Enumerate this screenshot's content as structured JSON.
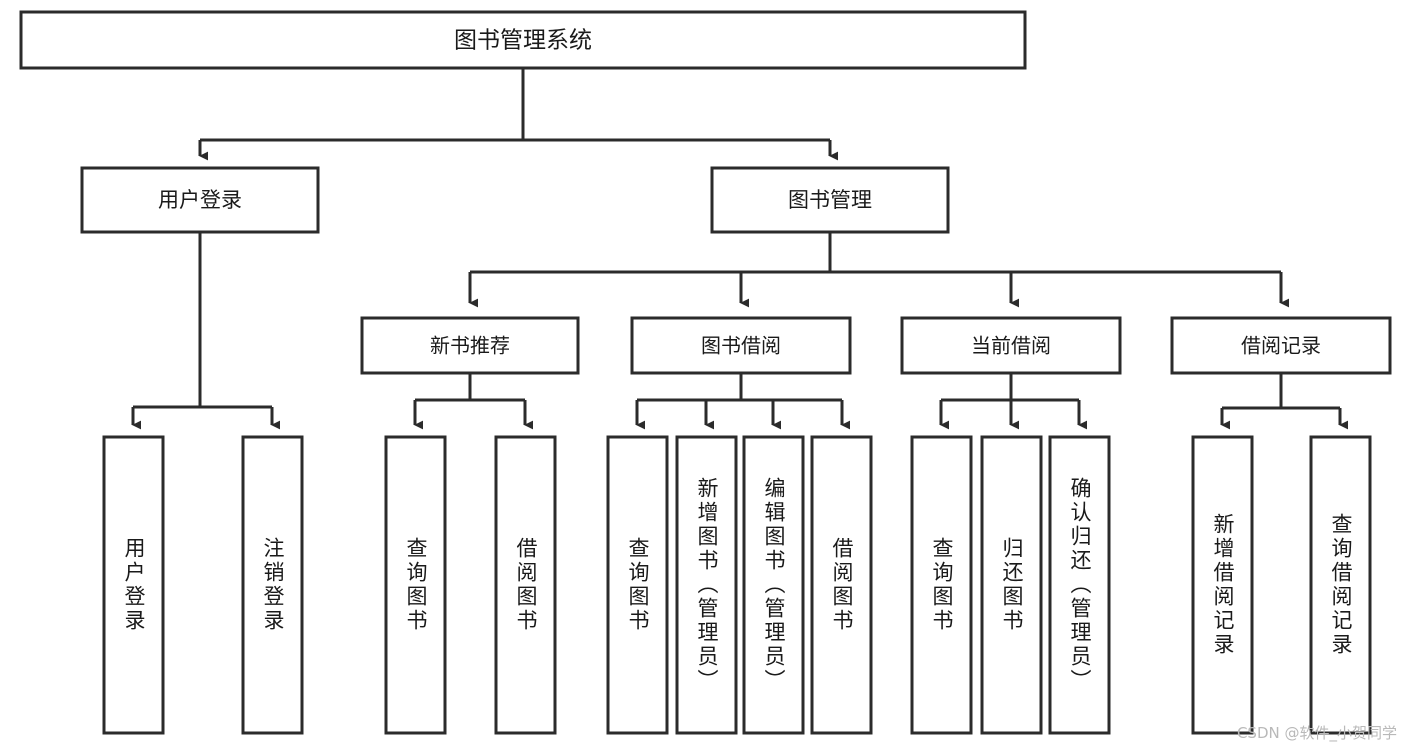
{
  "diagram": {
    "title": "图书管理系统",
    "watermark": "CSDN @软件_小贺同学",
    "colors": {
      "stroke": "#2b2b2b",
      "fill": "#ffffff",
      "text": "#1a1a1a",
      "watermark": "#b9b9b9"
    },
    "root": {
      "label": "图书管理系统"
    },
    "level1": [
      {
        "label": "用户登录"
      },
      {
        "label": "图书管理"
      }
    ],
    "level2": [
      {
        "label": "新书推荐"
      },
      {
        "label": "图书借阅"
      },
      {
        "label": "当前借阅"
      },
      {
        "label": "借阅记录"
      }
    ],
    "leaves": [
      {
        "label": "用户登录"
      },
      {
        "label": "注销登录"
      },
      {
        "label": "查询图书"
      },
      {
        "label": "借阅图书"
      },
      {
        "label": "查询图书"
      },
      {
        "label": "新增图书（管理员）"
      },
      {
        "label": "编辑图书（管理员）"
      },
      {
        "label": "借阅图书"
      },
      {
        "label": "查询图书"
      },
      {
        "label": "归还图书"
      },
      {
        "label": "确认归还（管理员）"
      },
      {
        "label": "新增借阅记录"
      },
      {
        "label": "查询借阅记录"
      }
    ]
  }
}
